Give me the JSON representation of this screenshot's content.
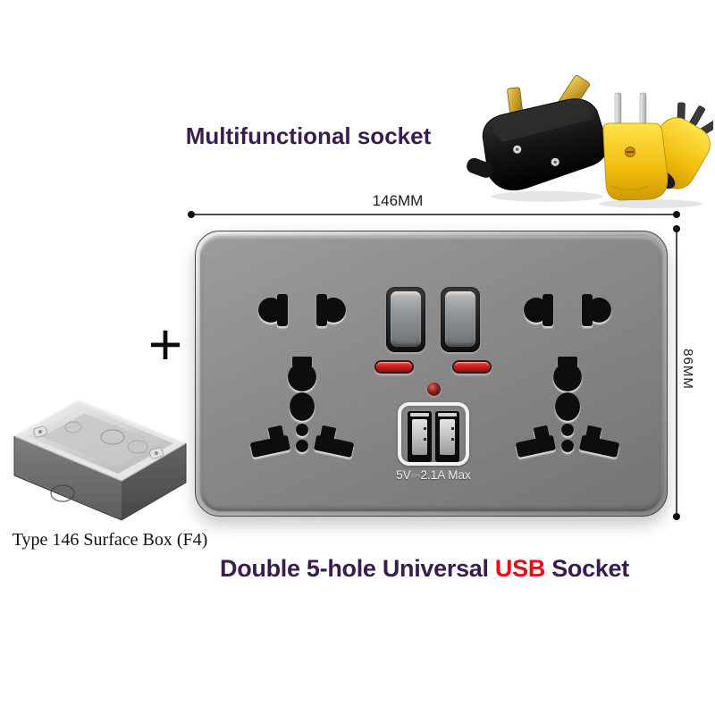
{
  "header": {
    "title": "Multifunctional socket"
  },
  "dimensions": {
    "width": "146MM",
    "height": "86MM"
  },
  "combiner": {
    "plus": "+"
  },
  "socket_panel": {
    "usb_rating": "5V⎓2.1A Max"
  },
  "surface_box": {
    "caption": "Type 146 Surface Box (F4)"
  },
  "footer": {
    "title_prefix": "Double 5-hole Universal ",
    "title_highlight": "USB",
    "title_suffix": " Socket"
  },
  "icons": {
    "plus": "plus-icon",
    "uk_plug": "uk-3pin-plug-photo",
    "yellow_plugs": "us-and-au-plug-photo",
    "surface_box": "surface-mount-box-photo"
  },
  "colors": {
    "title_purple": "#381d4d",
    "usb_highlight_red": "#e50d16",
    "panel_gray": "#868686",
    "indicator_red": "#d01f1f",
    "plug_yellow": "#f0bc0d"
  }
}
